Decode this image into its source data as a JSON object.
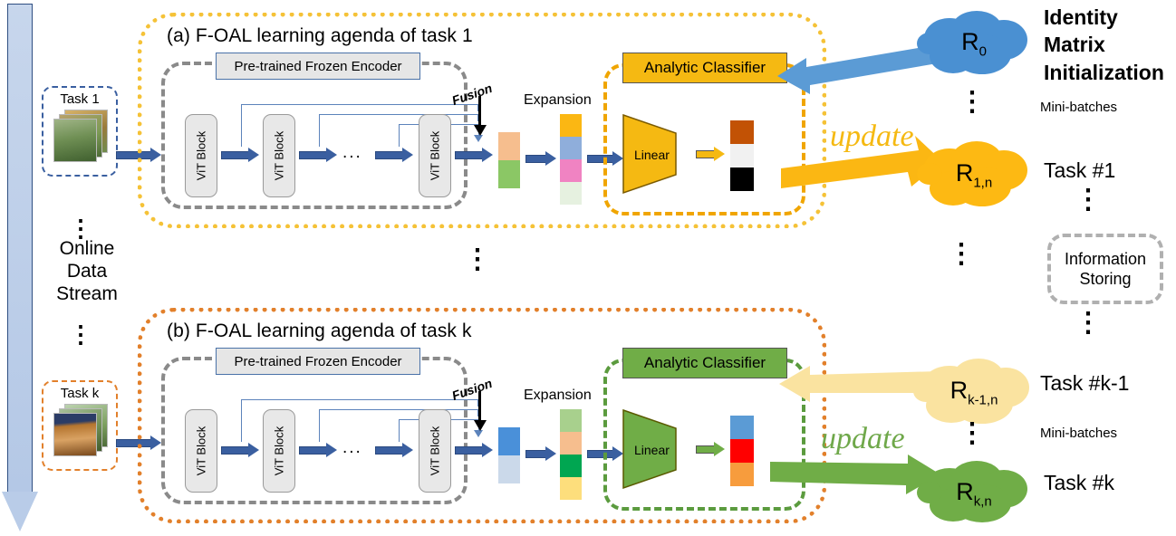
{
  "figure": {
    "panel_a_title": "(a) F-OAL learning agenda of task 1",
    "panel_b_title": "(b) F-OAL learning agenda of task k"
  },
  "stream": {
    "label_line1": "Online",
    "label_line2": "Data",
    "label_line3": "Stream",
    "task_first": "Task 1",
    "task_last": "Task k",
    "dots": "⋮"
  },
  "encoder": {
    "label": "Pre-trained Frozen Encoder",
    "blocks": [
      "ViT Block",
      "ViT Block",
      "ViT Block"
    ],
    "ellipsis": "..."
  },
  "features": {
    "fusion_label": "Fusion",
    "expansion_label": "Expansion",
    "fusion_colors_a": [
      "#F6BE8E",
      "#8BC765"
    ],
    "expansion_colors_a": [
      "#FBB713",
      "#8FAEDB",
      "#F083C2",
      "#E6F1E0"
    ],
    "fusion_colors_b": [
      "#4A90D9",
      "#CBD9EA"
    ],
    "expansion_colors_b": [
      "#A8D08D",
      "#F6BE8E",
      "#00A651",
      "#FDDE7C"
    ]
  },
  "classifier": {
    "label": "Analytic Classifier",
    "linear": "Linear",
    "output_colors_a": [
      "#C25205",
      "#F1F1F1",
      "#000000"
    ],
    "output_colors_b": [
      "#5B9BD5",
      "#FF0000",
      "#F79C3D"
    ],
    "color_a": "#F5B912",
    "color_b": "#5B9B3E"
  },
  "memory": {
    "clouds": [
      {
        "name": "R",
        "sub": "0",
        "color": "#4A90D2"
      },
      {
        "name": "R",
        "sub": "1,n",
        "color": "#FDB913"
      },
      {
        "name": "R",
        "sub": "k-1,n",
        "color": "#FAE3A0"
      },
      {
        "name": "R",
        "sub": "k,n",
        "color": "#70AD47"
      }
    ],
    "update_label": "update",
    "storing_label_line1": "Information",
    "storing_label_line2": "Storing"
  },
  "annotations": {
    "init_line1": "Identity",
    "init_line2": "Matrix",
    "init_line3": "Initialization",
    "minibatches": "Mini-batches",
    "task1": "Task  #1",
    "taskkm1": "Task  #k-1",
    "taskk": "Task  #k",
    "vdots": "⋮"
  }
}
